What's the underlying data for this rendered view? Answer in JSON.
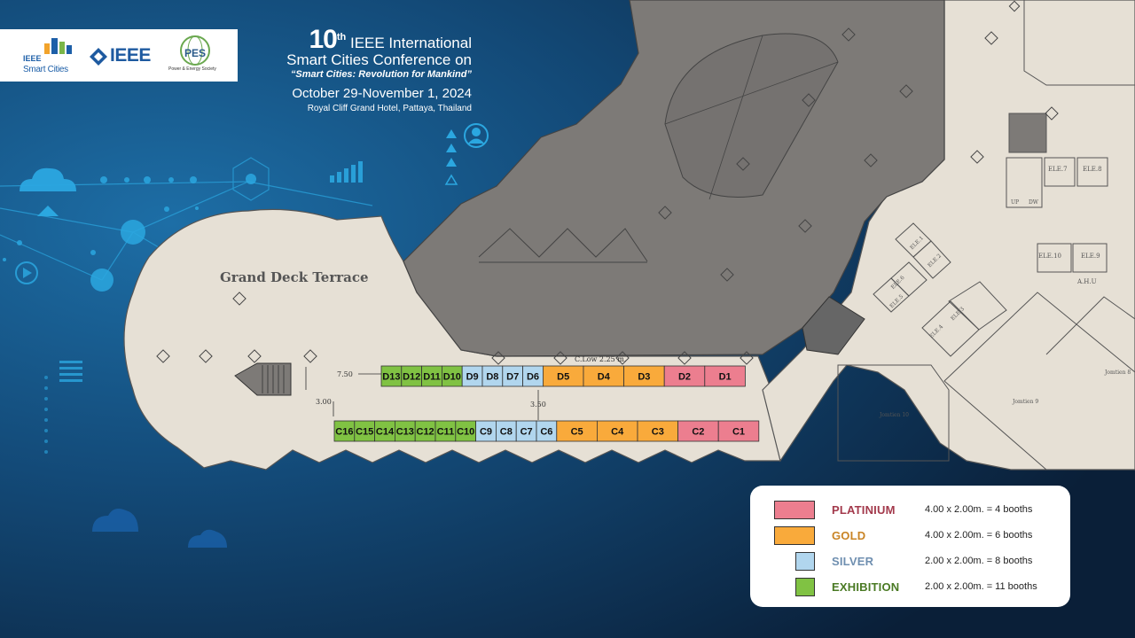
{
  "logos": {
    "smart_cities_top": "IEEE",
    "smart_cities_bottom": "Smart Cities",
    "ieee": "IEEE",
    "pes": "PES",
    "pes_sub": "Power & Energy Society"
  },
  "header": {
    "number": "10",
    "superscript": "th",
    "line1": "IEEE International",
    "line2": "Smart Cities Conference on",
    "theme": "“Smart Cities: Revolution for Mankind”",
    "dates": "October 29-November 1, 2024",
    "venue": "Royal Cliff Grand Hotel, Pattaya, Thailand"
  },
  "map": {
    "terrace_label": "Grand Deck Terrace",
    "rooms": {
      "jomtien10": "Jomtien 10",
      "jomtien9": "Jomtien 9",
      "jomtien8": "Jomtien 8",
      "ahu": "A.H.U",
      "ele1": "ELE.1",
      "ele2": "ELE.2",
      "ele3": "ELE.3",
      "ele4": "ELE.4",
      "ele5": "ELE.5",
      "ele6": "ELE.6",
      "ele7": "ELE.7",
      "ele8": "ELE.8",
      "ele9": "ELE.9",
      "ele10": "ELE.10",
      "up": "UP",
      "dw": "DW"
    },
    "dimensions": {
      "d750": "7.50",
      "d300": "3.00",
      "d350": "3.50",
      "clow": "C.Low 2.25 m."
    },
    "booths_d": [
      {
        "id": "D13",
        "tier": "exhibition"
      },
      {
        "id": "D12",
        "tier": "exhibition"
      },
      {
        "id": "D11",
        "tier": "exhibition"
      },
      {
        "id": "D10",
        "tier": "exhibition"
      },
      {
        "id": "D9",
        "tier": "silver"
      },
      {
        "id": "D8",
        "tier": "silver"
      },
      {
        "id": "D7",
        "tier": "silver"
      },
      {
        "id": "D6",
        "tier": "silver"
      },
      {
        "id": "D5",
        "tier": "gold"
      },
      {
        "id": "D4",
        "tier": "gold"
      },
      {
        "id": "D3",
        "tier": "gold"
      },
      {
        "id": "D2",
        "tier": "platinum"
      },
      {
        "id": "D1",
        "tier": "platinum"
      }
    ],
    "booths_c": [
      {
        "id": "C16",
        "tier": "exhibition"
      },
      {
        "id": "C15",
        "tier": "exhibition"
      },
      {
        "id": "C14",
        "tier": "exhibition"
      },
      {
        "id": "C13",
        "tier": "exhibition"
      },
      {
        "id": "C12",
        "tier": "exhibition"
      },
      {
        "id": "C11",
        "tier": "exhibition"
      },
      {
        "id": "C10",
        "tier": "exhibition"
      },
      {
        "id": "C9",
        "tier": "silver"
      },
      {
        "id": "C8",
        "tier": "silver"
      },
      {
        "id": "C7",
        "tier": "silver"
      },
      {
        "id": "C6",
        "tier": "silver"
      },
      {
        "id": "C5",
        "tier": "gold"
      },
      {
        "id": "C4",
        "tier": "gold"
      },
      {
        "id": "C3",
        "tier": "gold"
      },
      {
        "id": "C2",
        "tier": "platinum"
      },
      {
        "id": "C1",
        "tier": "platinum"
      }
    ]
  },
  "legend": [
    {
      "key": "platinum",
      "name": "PLATINIUM",
      "desc": "4.00 x 2.00m. = 4 booths",
      "fill": "#ec7e8f",
      "text_color": "#a33a4c"
    },
    {
      "key": "gold",
      "name": "GOLD",
      "desc": "4.00 x 2.00m. = 6 booths",
      "fill": "#f9aa3b",
      "text_color": "#c98425"
    },
    {
      "key": "silver",
      "name": "SILVER",
      "desc": "2.00 x 2.00m. = 8 booths",
      "fill": "#b1d6ee",
      "text_color": "#6f8fb0"
    },
    {
      "key": "exhibition",
      "name": "EXHIBITION",
      "desc": "2.00 x 2.00m. = 11 booths",
      "fill": "#80c243",
      "text_color": "#4a7a24"
    }
  ],
  "colors": {
    "background_dark": "#0b2440",
    "background_light": "#1b5d8f",
    "floor": "#e6e0d5",
    "building_grey": "#7d7a77",
    "accent_cyan": "#2ba7e0"
  }
}
